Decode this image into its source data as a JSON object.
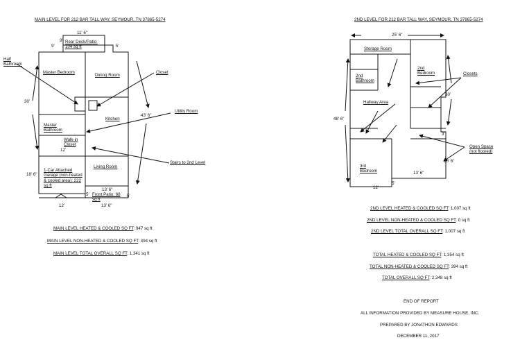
{
  "main_level": {
    "title": "MAIN LEVEL FOR 212 BAR TALL WAY, SEYMOUR, TN 37865-5274",
    "dims": {
      "rear_deck_width": "11' 6\"",
      "left_9": "9'",
      "inner_9": "9'",
      "deck_5": "5'",
      "height_30": "30'",
      "right_43_6": "43' 6\"",
      "mid_12": "12'",
      "left_18_6": "18' 6\"",
      "front_13_6_top": "13' 6\"",
      "front_5_left": "5'",
      "front_5_right": "5'",
      "bottom_12": "12'",
      "bottom_13_6": "13' 6\""
    },
    "rooms": {
      "rear_deck": "Rear Deck/Patio: 104 sq ft",
      "master_bedroom": "Master Bedroom",
      "dining_room": "Dining Room",
      "kitchen": "Kitchen",
      "master_bathroom": "Master Bathroom",
      "walkin_closet": "Walk-in Closet",
      "garage": "1-Car Attached Garage (non-heated & cooled area): 222 sq ft",
      "living_room": "Living Room",
      "front_patio": "Front Patio: 68 sq ft"
    },
    "callouts": {
      "half_bath": "Half Bathroom",
      "closet": "Closet",
      "utility": "Utility Room",
      "stairs": "Stairs to 2nd Level"
    },
    "summary": [
      {
        "label": "MAIN LEVEL HEATED & COOLED SQ FT",
        "value": ": 947 sq ft"
      },
      {
        "label": "MAIN LEVEL NON-HEATED & COOLED SQ FT",
        "value": ": 394 sq ft"
      },
      {
        "label": "MAIN LEVEL TOTAL OVERALL SQ FT",
        "value": ": 1,341 sq ft"
      }
    ]
  },
  "second_level": {
    "title": "2ND LEVEL FOR 212 BAR TALL WAY, SEYMOUR, TN 37865-5274",
    "dims": {
      "top_25_6": "25' 6\"",
      "left_48_6": "48' 6\"",
      "right_30": "30'",
      "right_3": "3'",
      "right_10_6": "10' 6\"",
      "bottom_13_6": "13' 6\"",
      "bottom_12": "12'",
      "bottom_5": "5'"
    },
    "rooms": {
      "storage": "Storage Room",
      "bath2": "2nd Bathroom",
      "bed2": "2nd Bedroom",
      "hallway": "Hallway Area",
      "bed3": "3rd Bedroom"
    },
    "callouts": {
      "closets": "Closets",
      "open_space": "Open Space (not floored)"
    },
    "summary": [
      {
        "label": "2ND LEVEL HEATED & COOLED SQ FT",
        "value": ": 1,007 sq ft"
      },
      {
        "label": "2ND LEVEL NON-HEATED & COOLED SQ FT",
        "value": ": 0 sq ft"
      },
      {
        "label": "2ND LEVEL TOTAL OVERALL SQ FT",
        "value": ": 1,007 sq ft"
      }
    ]
  },
  "totals": [
    {
      "label": "TOTAL HEATED & COOLED SQ FT",
      "value": ": 1,354 sq ft"
    },
    {
      "label": "TOTAL NON-HEATED & COOLED SQ FT",
      "value": ": 394 sq ft"
    },
    {
      "label": "TOTAL OVERALL SQ FT",
      "value": ": 2,348 sq ft"
    }
  ],
  "footer": {
    "end": "END OF REPORT",
    "provided": "ALL INFORMATION PROVIDED BY MEASURE HOUSE, INC.",
    "prepared": "PREPARED BY JONATHON EDWARDS",
    "date": "DECEMBER 11, 2017"
  }
}
